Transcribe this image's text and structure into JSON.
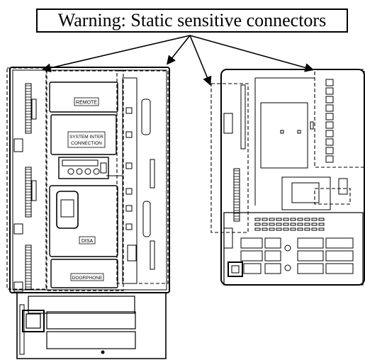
{
  "header": {
    "warning_text": "Warning: Static sensitive connectors"
  },
  "left_unit": {
    "modules": {
      "remote": "REMOTE",
      "system_inter_line1": "SYSTEM INTER",
      "system_inter_line2": "CONNECTION",
      "disa": "DISA",
      "doorphone": "DOORPHONE"
    }
  },
  "colors": {
    "ink": "#000000",
    "background": "#ffffff",
    "dashed_outline": "#000000"
  }
}
